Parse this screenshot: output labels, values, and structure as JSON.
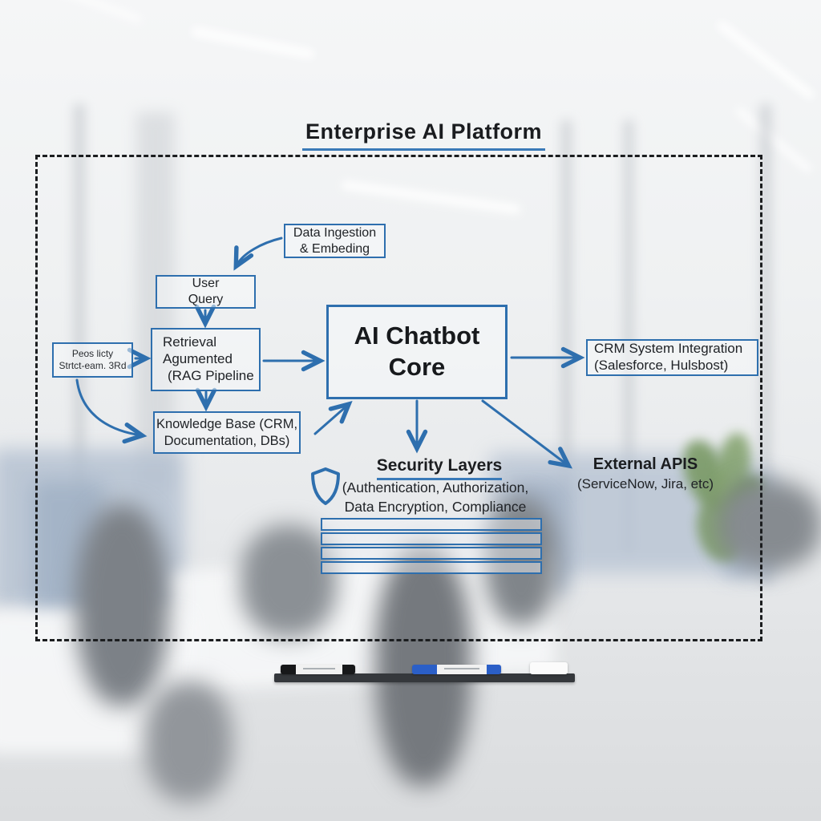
{
  "title": "Enterprise AI Platform",
  "colors": {
    "diagram_blue": "#2e6fae",
    "underline_blue": "#3a7ab8",
    "dashed_border": "#1b1d1f",
    "text_dark": "#202327",
    "marker_blue": "#2b5fc7"
  },
  "nodes": {
    "data_ingestion": {
      "lines": [
        "Data Ingestion",
        "& Embeding"
      ]
    },
    "user_query": {
      "lines": [
        "User",
        "Query"
      ]
    },
    "rag": {
      "lines": [
        "Retrieval",
        "Agumented",
        "(RAG Pipeline"
      ]
    },
    "side_note": {
      "lines": [
        "Peos licty",
        "Strtct-eam. 3Rd"
      ]
    },
    "knowledge_base": {
      "lines": [
        "Knowledge Base (CRM,",
        "Documentation, DBs)"
      ]
    },
    "core": {
      "lines": [
        "AI Chatbot",
        "Core"
      ]
    },
    "crm": {
      "lines": [
        "CRM System Integration",
        "(Salesforce, Hulsbost)"
      ]
    },
    "security": {
      "heading": "Security Layers",
      "lines": [
        "(Authentication, Authorization,",
        "Data Encryption, Compliance"
      ],
      "empty_rows": 4
    },
    "external_apis": {
      "heading": "External APIS",
      "lines": [
        "(ServiceNow, Jira, etc)"
      ]
    }
  },
  "icons": {
    "security_shield": "shield-icon"
  },
  "tray_objects": [
    "black-marker",
    "blue-marker",
    "eraser"
  ]
}
